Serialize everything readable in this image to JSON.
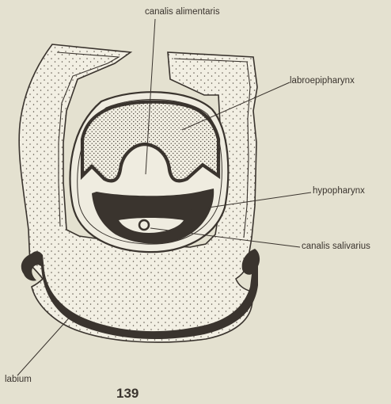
{
  "figure": {
    "labels": {
      "canalis_alimentaris": "canalis alimentaris",
      "labroepipharynx": "labroepipharynx",
      "hypopharynx": "hypopharynx",
      "canalis_salivarius": "canalis salivarius",
      "labium": "labium"
    },
    "page_number": "139"
  },
  "colors": {
    "background": "#e4e1d0",
    "ink": "#3a342e",
    "fill": "#f2efe3"
  }
}
